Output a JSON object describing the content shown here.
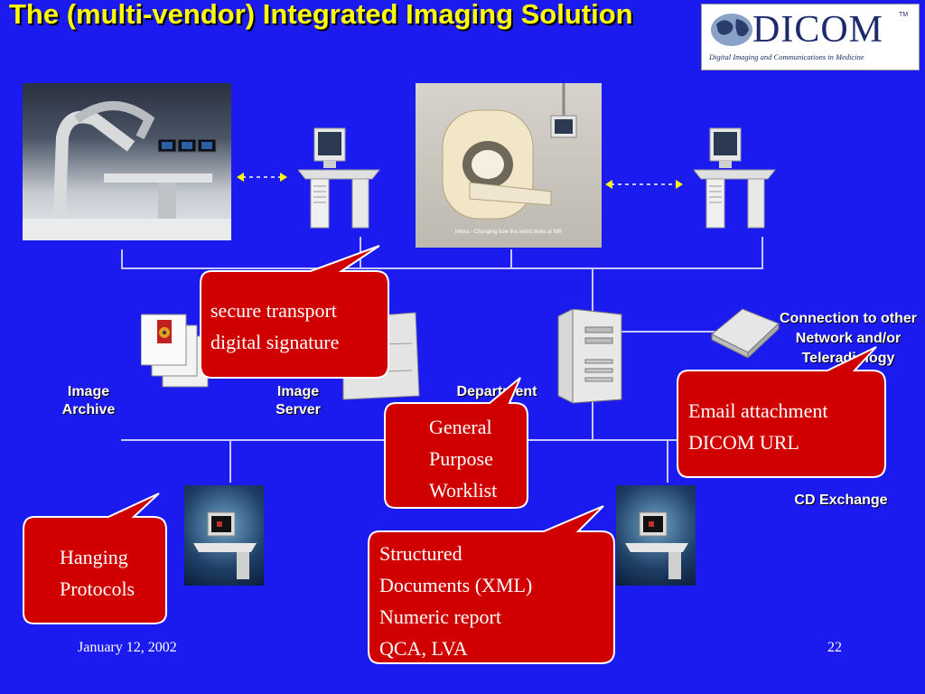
{
  "slide": {
    "title": "The (multi-vendor) Integrated Imaging Solution",
    "date": "January 12, 2002",
    "page_number": "22"
  },
  "logo": {
    "wordmark": "DICOM",
    "trademark": "TM",
    "tagline": "Digital Imaging and Communications in Medicine"
  },
  "nodes": {
    "image_archive": "Image Archive",
    "image_server": "Image Server",
    "department_server": "Department Server",
    "connection": "Connection to other Network and/or Teleradiology",
    "cd_exchange": "CD Exchange"
  },
  "callouts": {
    "security": [
      "secure  transport",
      "digital signature"
    ],
    "worklist": [
      "General",
      "Purpose",
      "Worklist"
    ],
    "email": [
      "Email attachment",
      "DICOM URL"
    ],
    "hanging": [
      "Hanging",
      "Protocols"
    ],
    "structured": [
      "Structured",
      "Documents (XML)",
      "Numeric report",
      "QCA, LVA"
    ]
  },
  "photo_caption": "Intera - Changing how the world looks at MR",
  "colors": {
    "background": "#1b1bf0",
    "title": "#ffff00",
    "callout_fill": "#d00000",
    "callout_border": "#ffffff"
  }
}
